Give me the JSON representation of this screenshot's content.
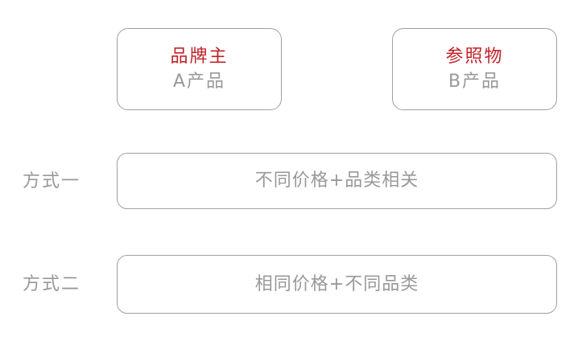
{
  "colors": {
    "accent_red": "#c12227",
    "text_gray": "#999999",
    "border_gray": "#a0a0a0",
    "background": "#ffffff"
  },
  "top_boxes": [
    {
      "title": "品牌主",
      "subtitle": "A产品"
    },
    {
      "title": "参照物",
      "subtitle": "B产品"
    }
  ],
  "rows": [
    {
      "label": "方式一",
      "content": "不同价格+品类相关"
    },
    {
      "label": "方式二",
      "content": "相同价格+不同品类"
    }
  ]
}
